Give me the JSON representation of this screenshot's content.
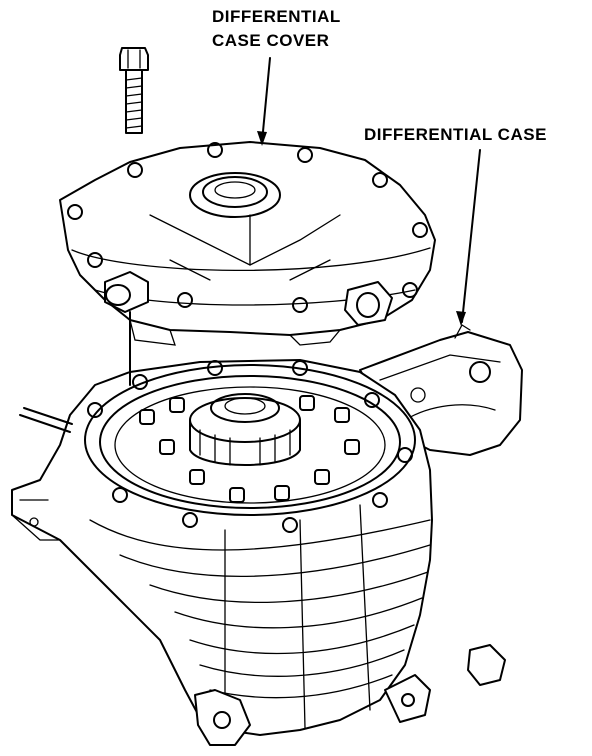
{
  "labels": {
    "cover_line1": "DIFFERENTIAL",
    "cover_line2": "CASE COVER",
    "case": "DIFFERENTIAL CASE"
  },
  "icons": {
    "bolt": "bolt-icon",
    "cover": "differential-case-cover-icon",
    "case": "differential-case-icon"
  },
  "colors": {
    "ink": "#000000",
    "paper": "#ffffff"
  }
}
